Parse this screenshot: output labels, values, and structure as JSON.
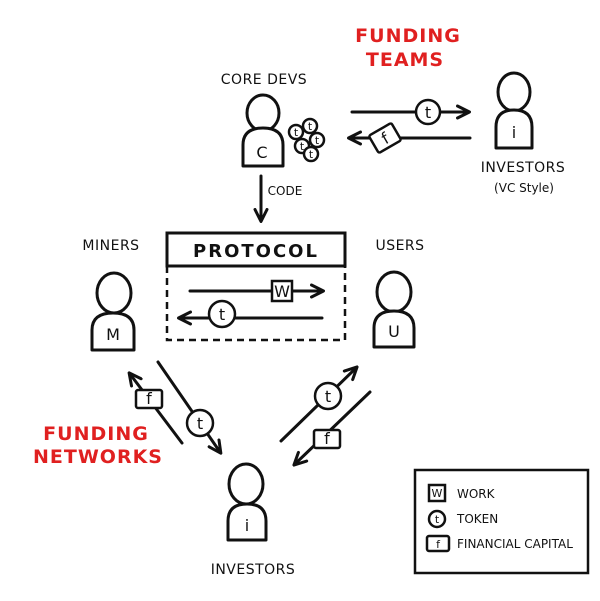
{
  "labels": {
    "core_devs": "CORE DEVS",
    "funding_teams_line1": "FUNDING",
    "funding_teams_line2": "TEAMS",
    "investors_top_line1": "INVESTORS",
    "investors_top_line2": "(VC Style)",
    "code": "CODE",
    "protocol": "PROTOCOL",
    "miners": "MINERS",
    "users": "USERS",
    "funding_networks_line1": "FUNDING",
    "funding_networks_line2": "NETWORKS",
    "investors_bottom": "INVESTORS"
  },
  "figures": {
    "core_devs": "C",
    "investor_top": "i",
    "miner": "M",
    "user": "U",
    "investor_bottom": "i"
  },
  "symbols": {
    "work": "W",
    "token": "t",
    "capital": "f"
  },
  "legend": {
    "items": [
      {
        "symbol": "W",
        "label": "WORK"
      },
      {
        "symbol": "t",
        "label": "TOKEN"
      },
      {
        "symbol": "f",
        "label": "FINANCIAL CAPITAL"
      }
    ]
  },
  "colors": {
    "ink": "#111111",
    "accent_red": "#e02020"
  }
}
